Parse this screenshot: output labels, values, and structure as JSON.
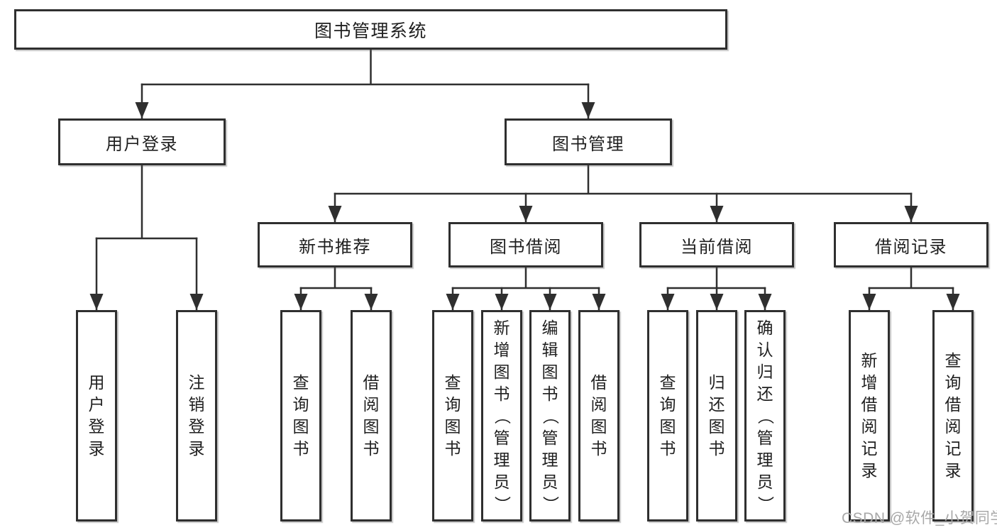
{
  "diagram": {
    "root": {
      "label": "图书管理系统"
    },
    "branches": [
      {
        "label": "用户登录",
        "children": [
          {
            "label": "用户登录"
          },
          {
            "label": "注销登录"
          }
        ]
      },
      {
        "label": "图书管理",
        "groups": [
          {
            "label": "新书推荐",
            "children": [
              {
                "label": "查询图书"
              },
              {
                "label": "借阅图书"
              }
            ]
          },
          {
            "label": "图书借阅",
            "children": [
              {
                "label": "查询图书"
              },
              {
                "label": "新增图书（管理员）"
              },
              {
                "label": "编辑图书（管理员）"
              },
              {
                "label": "借阅图书"
              }
            ]
          },
          {
            "label": "当前借阅",
            "children": [
              {
                "label": "查询图书"
              },
              {
                "label": "归还图书"
              },
              {
                "label": "确认归还（管理员）"
              }
            ]
          },
          {
            "label": "借阅记录",
            "children": [
              {
                "label": "新增借阅记录"
              },
              {
                "label": "查询借阅记录"
              }
            ]
          }
        ]
      }
    ]
  },
  "watermark": {
    "text": "CSDN @软件_小贺同学",
    "color": "#a8a8a8"
  },
  "style": {
    "line_color": "#2f2f2f",
    "border_color": "#2f2f2f",
    "text_color": "#1f1f1f",
    "background": "#ffffff"
  }
}
